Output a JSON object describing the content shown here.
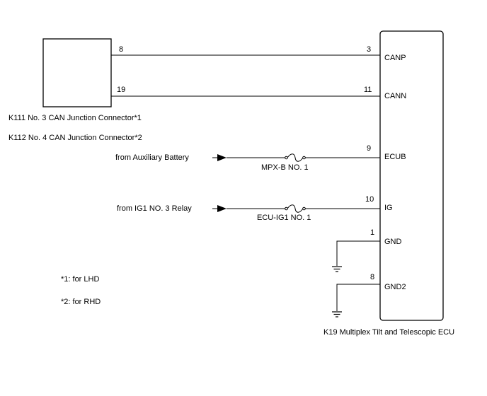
{
  "junction_connector": {
    "label_k111": "K111  No. 3 CAN Junction Connector*1",
    "label_k112": "K112  No. 4 CAN Junction Connector*2"
  },
  "ecu": {
    "label": "K19  Multiplex Tilt and Telescopic ECU"
  },
  "wires": [
    {
      "left_pin": "8",
      "ecu_pin": "3",
      "terminal": "CANP"
    },
    {
      "left_pin": "19",
      "ecu_pin": "11",
      "terminal": "CANN"
    },
    {
      "source": "from Auxiliary Battery",
      "fuse": "MPX-B NO. 1",
      "ecu_pin": "9",
      "terminal": "ECUB"
    },
    {
      "source": "from IG1 NO. 3 Relay",
      "fuse": "ECU-IG1 NO. 1",
      "ecu_pin": "10",
      "terminal": "IG"
    },
    {
      "ecu_pin": "1",
      "terminal": "GND"
    },
    {
      "ecu_pin": "8",
      "terminal": "GND2"
    }
  ],
  "notes": {
    "note1": "*1: for LHD",
    "note2": "*2: for RHD"
  }
}
